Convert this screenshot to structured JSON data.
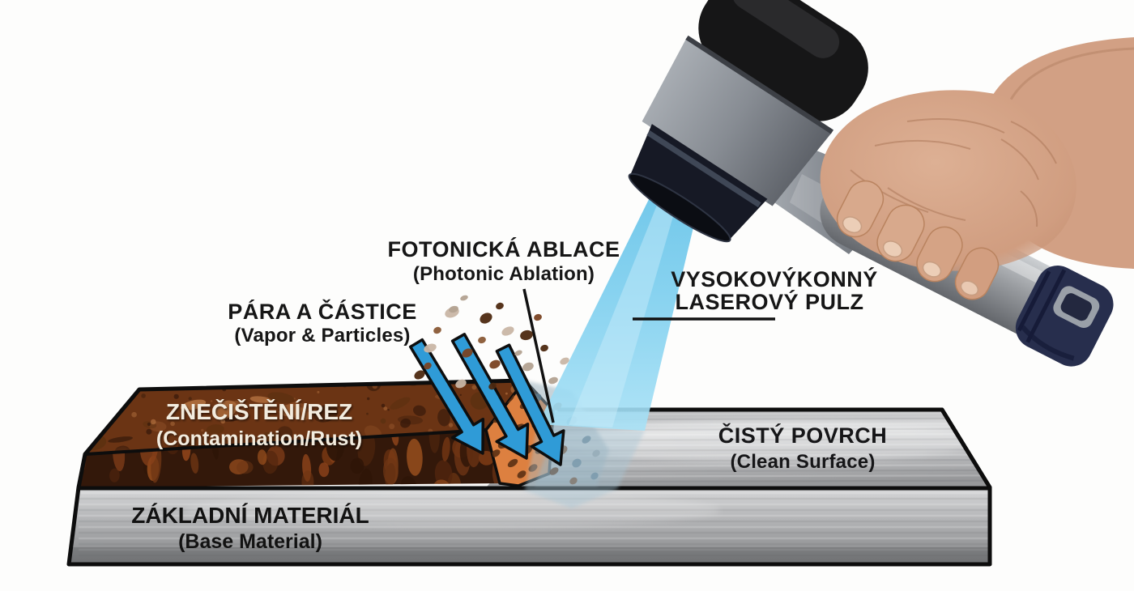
{
  "diagram": {
    "title": "Laser cleaning / photonic ablation diagram",
    "labels": {
      "photonic": {
        "cs": "FOTONICKÁ ABLACE",
        "en": "(Photonic Ablation)"
      },
      "vapor": {
        "cs": "PÁRA A ČÁSTICE",
        "en": "(Vapor & Particles)"
      },
      "pulse": {
        "line1": "VYSOKOVÝKONNÝ",
        "line2": "LASEROVÝ PULZ"
      },
      "contamination": {
        "cs": "ZNEČIŠTĚNÍ/REZ",
        "en": "(Contamination/Rust)"
      },
      "clean": {
        "cs": "ČISTÝ POVRCH",
        "en": "(Clean Surface)"
      },
      "base": {
        "cs": "ZÁKLADNÍ MATERIÁL",
        "en": "(Base Material)"
      }
    },
    "colors": {
      "background": "#fdfdfc",
      "laser_beam": "#7fcfec",
      "impact_arrow": "#2f9bd7",
      "rust_top": "#6b3414",
      "rust_front": "#33180a",
      "ablation_cut": "#dd8040",
      "metal_light": "#d9dadb",
      "metal_dark": "#8d8e90",
      "outline": "#0d0d0d",
      "label_on_rust": "#f2ecdf",
      "label_on_metal": "#161618",
      "device_gray": "#8b9096",
      "skin": "#d2a084"
    }
  }
}
